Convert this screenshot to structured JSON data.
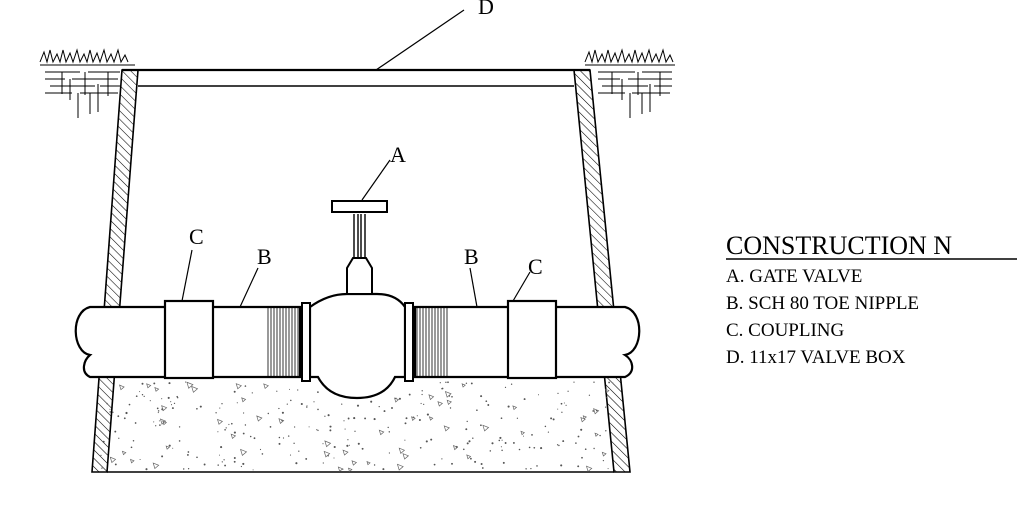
{
  "callouts": {
    "a": "A",
    "b": "B",
    "c": "C",
    "d": "D"
  },
  "notes": {
    "title": "CONSTRUCTION N",
    "items": [
      "A. GATE VALVE",
      "B. SCH 80 TOE NIPPLE",
      "C. COUPLING",
      "D. 11x17 VALVE BOX"
    ]
  }
}
